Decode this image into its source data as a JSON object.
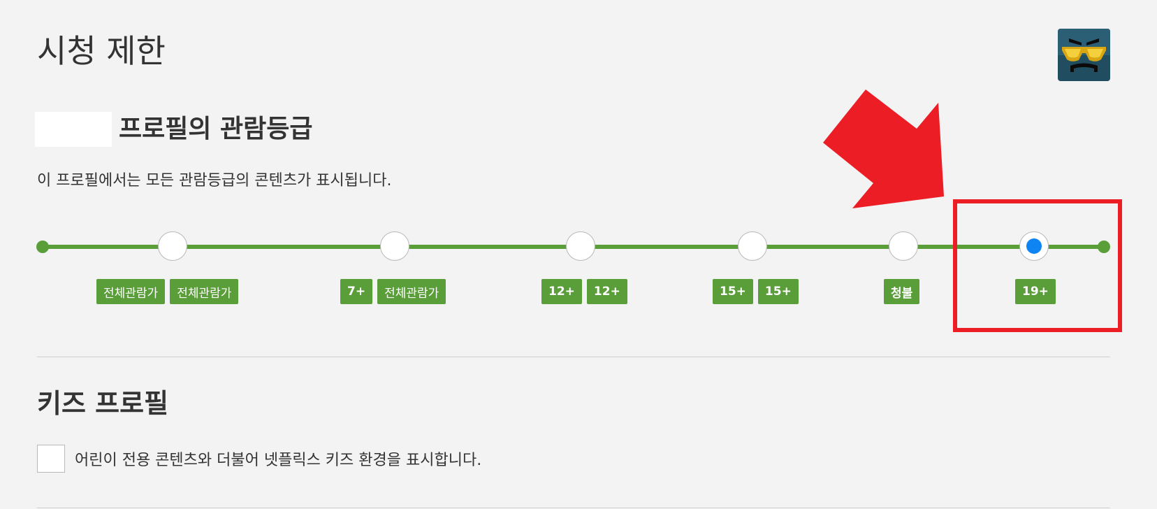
{
  "page": {
    "title": "시청 제한"
  },
  "rating_section": {
    "heading": "프로필의 관람등급",
    "description": "이 프로필에서는 모든 관람등급의 콘텐츠가 표시됩니다.",
    "selected_level": "19+",
    "levels": [
      {
        "badges": [
          "전체관람가",
          "전체관람가"
        ],
        "selected": false
      },
      {
        "badges": [
          "7+",
          "전체관람가"
        ],
        "selected": false
      },
      {
        "badges": [
          "12+",
          "12+"
        ],
        "selected": false
      },
      {
        "badges": [
          "15+",
          "15+"
        ],
        "selected": false
      },
      {
        "badges": [
          "청불"
        ],
        "selected": false
      },
      {
        "badges": [
          "19+"
        ],
        "selected": true
      }
    ]
  },
  "kids_section": {
    "heading": "키즈 프로필",
    "checkbox_label": "어린이 전용 콘텐츠와 더불어 넷플릭스 키즈 환경을 표시합니다.",
    "checked": false
  },
  "colors": {
    "track": "#5a9e3a",
    "badge": "#5a9e3a",
    "selected_dot": "#0e84f2",
    "annotation": "#ec1d25",
    "background": "#f3f3f3"
  },
  "icons": {
    "avatar": "sunglasses-face-avatar-icon",
    "annotation": "red-arrow-icon"
  }
}
